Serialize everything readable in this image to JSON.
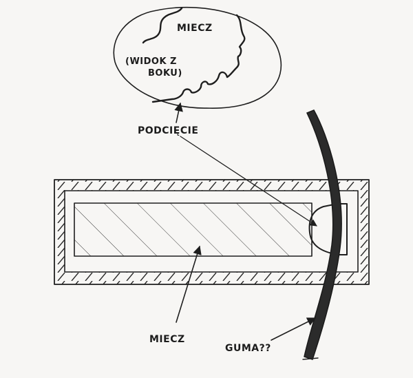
{
  "labels": {
    "side_sword": "MIECZ",
    "side_view_line1": "(WIDOK Z",
    "side_view_line2": "BOKU)",
    "undercut": "PODCIĘCIE",
    "sword": "MIECZ",
    "rubber": "GUMA??"
  },
  "colors": {
    "paper": "#f7f6f4",
    "ink": "#1e1e1e",
    "pencil_shading": "#2a2a2a"
  }
}
